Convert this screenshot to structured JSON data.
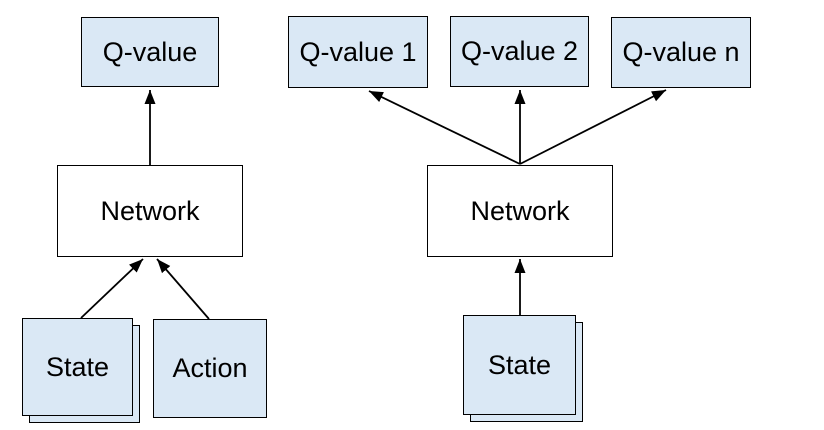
{
  "colors": {
    "background": "#ffffff",
    "node_fill_blue": "#dae8f5",
    "node_fill_white": "#ffffff",
    "node_border": "#000000",
    "arrow": "#000000"
  },
  "left_diagram": {
    "q_value": "Q-value",
    "network": "Network",
    "state": "State",
    "action": "Action"
  },
  "right_diagram": {
    "q_value_1": "Q-value 1",
    "q_value_2": "Q-value 2",
    "q_value_n": "Q-value n",
    "network": "Network",
    "state": "State"
  }
}
